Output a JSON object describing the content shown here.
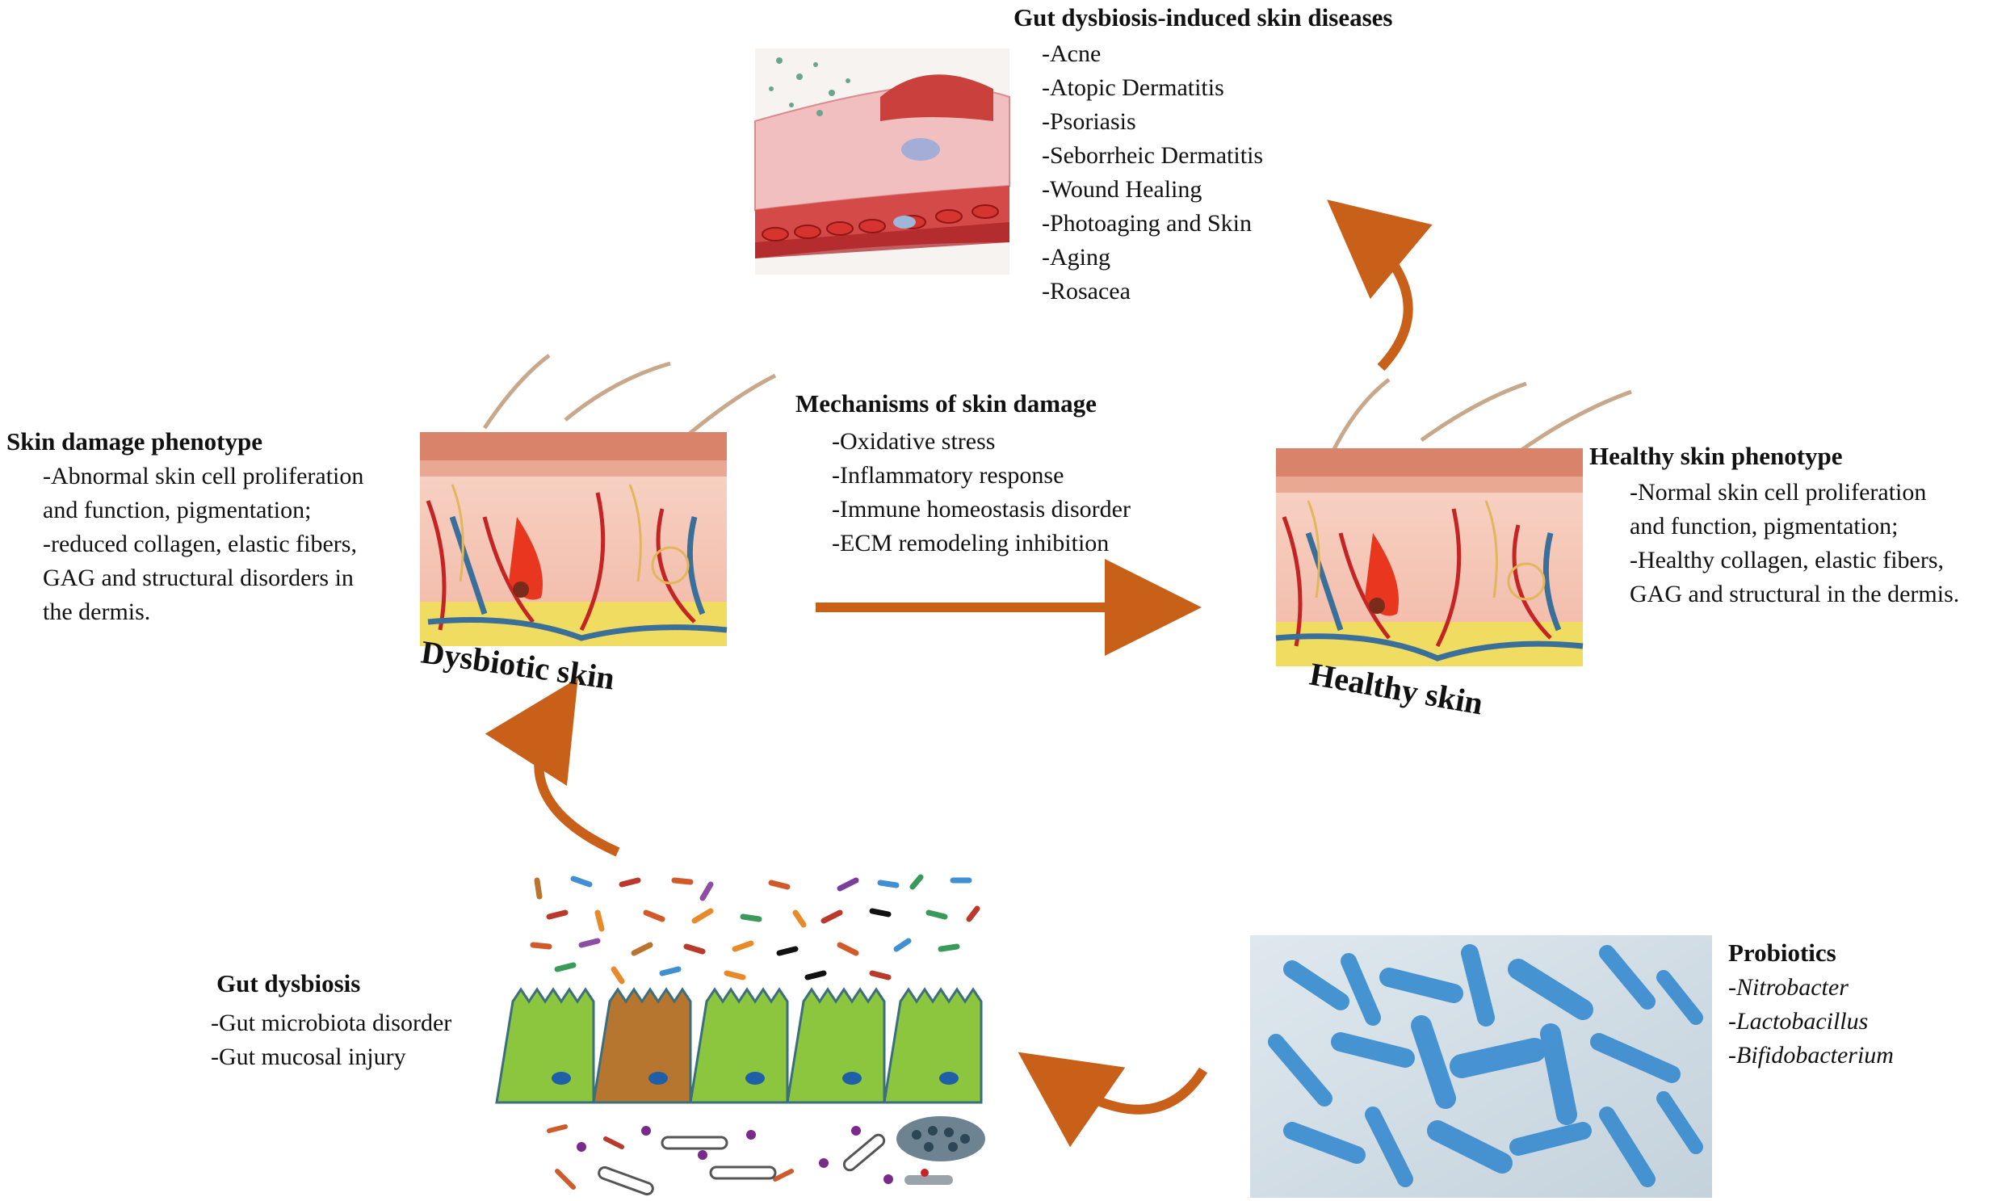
{
  "diseases": {
    "title": "Gut dysbiosis-induced skin diseases",
    "items": [
      "-Acne",
      "-Atopic Dermatitis",
      "-Psoriasis",
      "-Seborrheic Dermatitis",
      "-Wound Healing",
      "-Photoaging and Skin",
      "-Aging",
      "-Rosacea"
    ]
  },
  "mechanisms": {
    "title": "Mechanisms of skin damage",
    "items": [
      "-Oxidative stress",
      "-Inflammatory response",
      "-Immune homeostasis disorder",
      "-ECM remodeling inhibition"
    ]
  },
  "damage": {
    "title": "Skin damage phenotype",
    "lines": [
      "-Abnormal skin cell proliferation",
      "and function, pigmentation;",
      "-reduced collagen, elastic fibers,",
      "GAG and structural disorders in",
      "the dermis."
    ]
  },
  "healthy_pheno": {
    "title": "Healthy skin phenotype",
    "lines": [
      "-Normal skin cell proliferation",
      "and function, pigmentation;",
      "-Healthy collagen, elastic fibers,",
      "GAG and structural in the dermis."
    ]
  },
  "gut": {
    "title": "Gut dysbiosis",
    "items": [
      "-Gut microbiota disorder",
      "-Gut mucosal injury"
    ]
  },
  "probiotics": {
    "title": "Probiotics",
    "items": [
      "-Nitrobacter",
      "-Lactobacillus",
      "-Bifidobacterium"
    ]
  },
  "skin_labels": {
    "dysbiotic": "Dysbiotic skin",
    "healthy": "Healthy skin"
  },
  "colors": {
    "arrow": "#c8601a",
    "skin_top": "#d9836a",
    "dermis": "#f4c6b6",
    "fat": "#f1dc62",
    "vessel_red": "#c42424",
    "vessel_blue": "#3a6f9a",
    "gut_cell": "#8cc63f",
    "bacteria_blue": "#3f8fd1"
  }
}
